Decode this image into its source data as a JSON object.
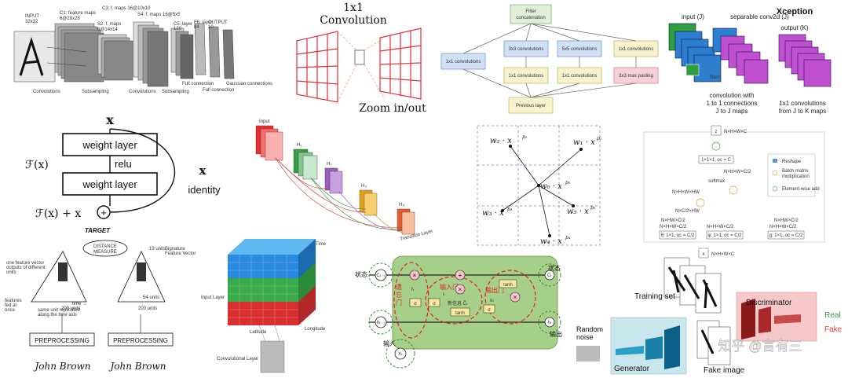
{
  "lenet": {
    "input": "INPUT",
    "input_size": "32x32",
    "c1": "C1: feature maps",
    "c1_size": "6@28x28",
    "c3": "C3: f. maps 16@10x10",
    "s2": "S2: f. maps",
    "s2_size": "6@14x14",
    "s4": "S4: f. maps 16@5x5",
    "c5": "C5: layer",
    "c5_n": "120",
    "f6": "F6: layer",
    "f6_n": "84",
    "output": "OUTPUT",
    "output_n": "10",
    "convolutions": "Convolutions",
    "subsampling": "Subsampling",
    "convolutions2": "Convolutions",
    "subsampling2": "Subsampling",
    "full_connection": "Full connection",
    "full_connection2": "Full connection",
    "gaussian": "Gaussian connections"
  },
  "conv1x1": {
    "title1": "1x1",
    "title2": "Convolution",
    "zoom": "Zoom in/out"
  },
  "inception": {
    "filter_concat1": "Filter",
    "filter_concat2": "concatenation",
    "c1x1_left": "1x1 convolutions",
    "c3x3": "3x3 convolutions",
    "c5x5": "5x5 convolutions",
    "c1x1_right": "1x1 convolutions",
    "c1x1_a": "1x1 convolutions",
    "c1x1_b": "1x1 convolutions",
    "maxpool": "3x3 max pooling",
    "previous": "Previous layer"
  },
  "xception": {
    "title": "Xception",
    "input": "input (J)",
    "sepconv": "separable conv2d (J)",
    "output": "output (K)",
    "filters": "filters",
    "cap1a": "convolution with",
    "cap1b": "1 to 1 connections",
    "cap1c": "J to J maps",
    "cap2a": "1x1 convolutions",
    "cap2b": "from J to K maps"
  },
  "resnet": {
    "x": "x",
    "fx": "ℱ(x)",
    "weight1": "weight layer",
    "relu": "relu",
    "weight2": "weight layer",
    "xid": "x",
    "identity": "identity",
    "sum": "ℱ(x) + x"
  },
  "densenet": {
    "input": "Input",
    "h1": "H₁",
    "h2": "H₂",
    "h3": "H₃",
    "h4": "H₄",
    "transition": "Transition Layer"
  },
  "deform": {
    "w2": "w₂ · x",
    "w2s": "p₂",
    "w1": "w₁ · x",
    "w1s": "p₁",
    "w0": "w₀ · x",
    "w0s": "p₀",
    "w3": "w₃ · x",
    "w3s": "p₃",
    "w5": "w₅ · x",
    "w5s": "p₅",
    "w4": "w₄ · x",
    "w4s": "p₄"
  },
  "nonlocal": {
    "z": "z",
    "dims_top": "N×H×W×C",
    "conv_z": "1×1×1, oc = C",
    "dims2": "N×H×W×C/2",
    "softmax": "softmax",
    "dims_left": "N×H×W×HW",
    "dims_mid": "N×C/2×HW",
    "dims_l2": "N×HW×C/2",
    "dims_r2": "N×HW×C/2",
    "dims_b1": "N×H×W×C/2",
    "dims_b2": "N×H×W×C/2",
    "dims_b3": "N×H×W×C/2",
    "theta": "θ: 1×1, oc = C/2",
    "phi": "φ: 1×1, oc = C/2",
    "g": "g: 1×1, oc = C/2",
    "x": "x",
    "dims_x": "N×H×W×C",
    "legend_reshape": "Reshape",
    "legend_bmm1": "Batch matrix",
    "legend_bmm2": "multiplication",
    "legend_add": "Element-wise add"
  },
  "siamese": {
    "target": "TARGET",
    "distance1": "DISTANCE",
    "distance2": "MEASURE",
    "one_feature1": "one feature vector",
    "one_feature2": "outputs of different",
    "one_feature3": "units",
    "units19": "19 units",
    "signature1": "Signature",
    "signature2": "Feature Vector",
    "features": "features",
    "fed_at": "fed at",
    "once": "once",
    "same_unit1": "same unit replicated",
    "same_unit2": "along the time axis",
    "time": "time →",
    "units200a": "200 units",
    "units54": "54 units",
    "units200b": "200 units",
    "prep1": "PREPROCESSING",
    "prep2": "PREPROCESSING",
    "sig1": "John Brown",
    "sig2": "John Brown"
  },
  "cube": {
    "time": "Time",
    "input_layer": "Input Layer",
    "longitude": "Longitude",
    "latitude": "Latitude",
    "conv_layer": "Convolutional Layer"
  },
  "lstm": {
    "state_in": "状态",
    "c_in": "Cₜ₋₁",
    "forget1": "遗",
    "forget2": "忘",
    "forget3": "门",
    "ft": "fₜ",
    "input_gate": "输入门",
    "it": "iₜ",
    "new_info": "新信息 C̃ₜ",
    "output_gate": "输出门",
    "ot": "oₜ",
    "tanh_top": "tanh",
    "tanh_mid": "tanh",
    "sigma1": "σ",
    "sigma2": "σ",
    "sigma3": "σ",
    "ct": "Cₜ",
    "state_out": "状态",
    "ht_prev": "hₜ₋₁",
    "ht": "hₜ",
    "output": "输出",
    "input": "输入",
    "xt": "Xₜ"
  },
  "gan": {
    "training_set": "Training set",
    "random1": "Random",
    "random2": "noise",
    "generator": "Generator",
    "fake_image": "Fake image",
    "discriminator": "Discriminator",
    "real": "Real",
    "fake": "Fake",
    "watermark": "知乎 @言有三"
  }
}
